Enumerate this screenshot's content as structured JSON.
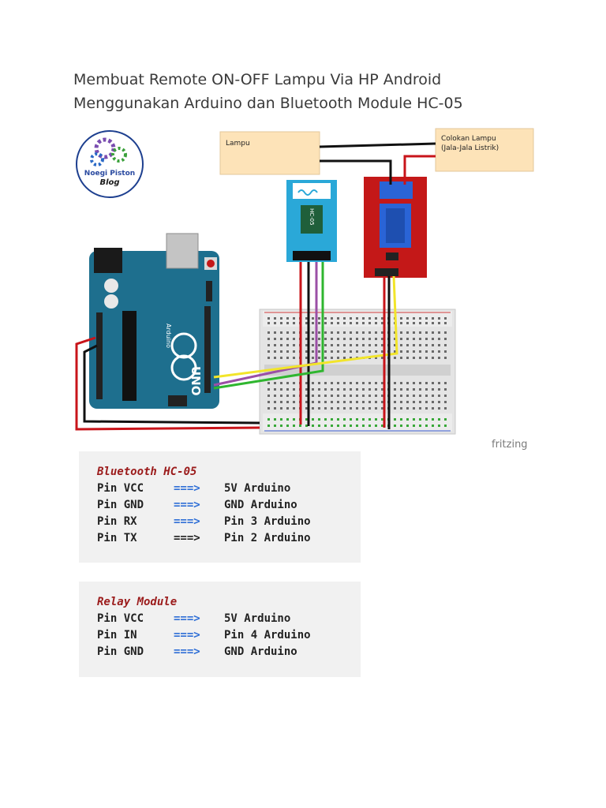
{
  "document": {
    "title": "Membuat Remote ON-OFF Lampu Via HP Android Menggunakan Arduino dan Bluetooth Module HC-05"
  },
  "diagram": {
    "logo_line1": "Noegi Piston",
    "logo_line2": "Blog",
    "lamp_label": "Lampu",
    "socket_label_1": "Colokan Lampu",
    "socket_label_2": "(Jala-Jala Listrik)",
    "bt_module_label": "HC-05",
    "board_label": "UNO",
    "board_sublabel": "Arduino",
    "watermark": "fritzing",
    "colors": {
      "board": "#1e6f8e",
      "relay": "#c41818",
      "bt_module": "#2aa8d8",
      "note": "#fde3b8",
      "wire_red": "#c8141a",
      "wire_black": "#111111",
      "wire_yellow": "#f2e52a",
      "wire_green": "#2fb62f",
      "wire_purple": "#9b4fa6"
    }
  },
  "bluetooth": {
    "header": "Bluetooth HC-05",
    "rows": [
      {
        "pin": "Pin VCC",
        "arrow": "===>",
        "target": "5V Arduino"
      },
      {
        "pin": "Pin GND",
        "arrow": "===>",
        "target": "GND Arduino"
      },
      {
        "pin": "Pin RX",
        "arrow": "===>",
        "target": "Pin 3 Arduino"
      },
      {
        "pin": "Pin TX",
        "arrow": "===>",
        "target": "Pin 2 Arduino"
      }
    ]
  },
  "relay": {
    "header": "Relay Module",
    "rows": [
      {
        "pin": "Pin VCC",
        "arrow": "===>",
        "target": "5V Arduino"
      },
      {
        "pin": "Pin IN",
        "arrow": "===>",
        "target": "Pin 4 Arduino"
      },
      {
        "pin": "Pin GND",
        "arrow": "===>",
        "target": "GND Arduino"
      }
    ]
  }
}
